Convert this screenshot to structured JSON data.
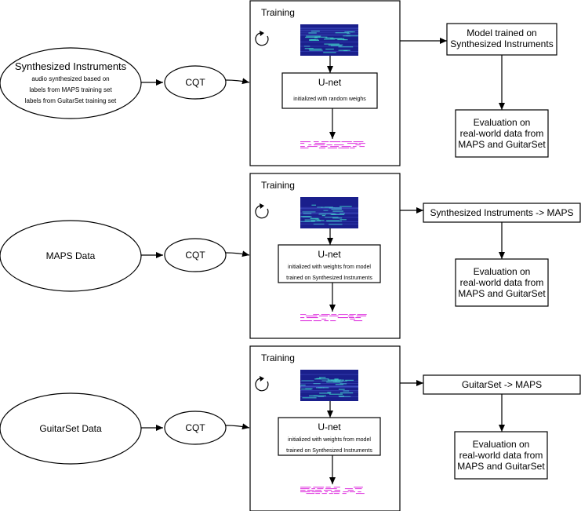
{
  "rows": [
    {
      "source": {
        "title": "Synthesized Instruments",
        "lines": [
          "audio synthesized based on",
          "labels from MAPS training set",
          "labels from GuitarSet training set"
        ]
      },
      "cqt": "CQT",
      "training": "Training",
      "unet": {
        "title": "U-net",
        "lines": [
          "initialized with random weighs"
        ]
      },
      "model_box": [
        "Model trained on",
        "Synthesized Instruments"
      ],
      "eval": [
        "Evaluation on",
        "real-world data from",
        "MAPS and GuitarSet"
      ]
    },
    {
      "source": {
        "title": "MAPS Data",
        "lines": []
      },
      "cqt": "CQT",
      "training": "Training",
      "unet": {
        "title": "U-net",
        "lines": [
          "initialized with weights from model",
          "trained on Synthesized Instruments"
        ]
      },
      "model_box": [
        "Synthesized Instruments -> MAPS"
      ],
      "eval": [
        "Evaluation on",
        "real-world data from",
        "MAPS and GuitarSet"
      ]
    },
    {
      "source": {
        "title": "GuitarSet Data",
        "lines": []
      },
      "cqt": "CQT",
      "training": "Training",
      "unet": {
        "title": "U-net",
        "lines": [
          "initialized with weights from model",
          "trained on Synthesized Instruments"
        ]
      },
      "model_box": [
        "GuitarSet -> MAPS"
      ],
      "eval": [
        "Evaluation on",
        "real-world data from",
        "MAPS and GuitarSet"
      ]
    }
  ],
  "colors": {
    "spectrogram_bg": "#1a1f8c",
    "spectrogram_note": "#3fd0c8",
    "pianoroll": "#e040e0",
    "stroke": "#000000"
  }
}
